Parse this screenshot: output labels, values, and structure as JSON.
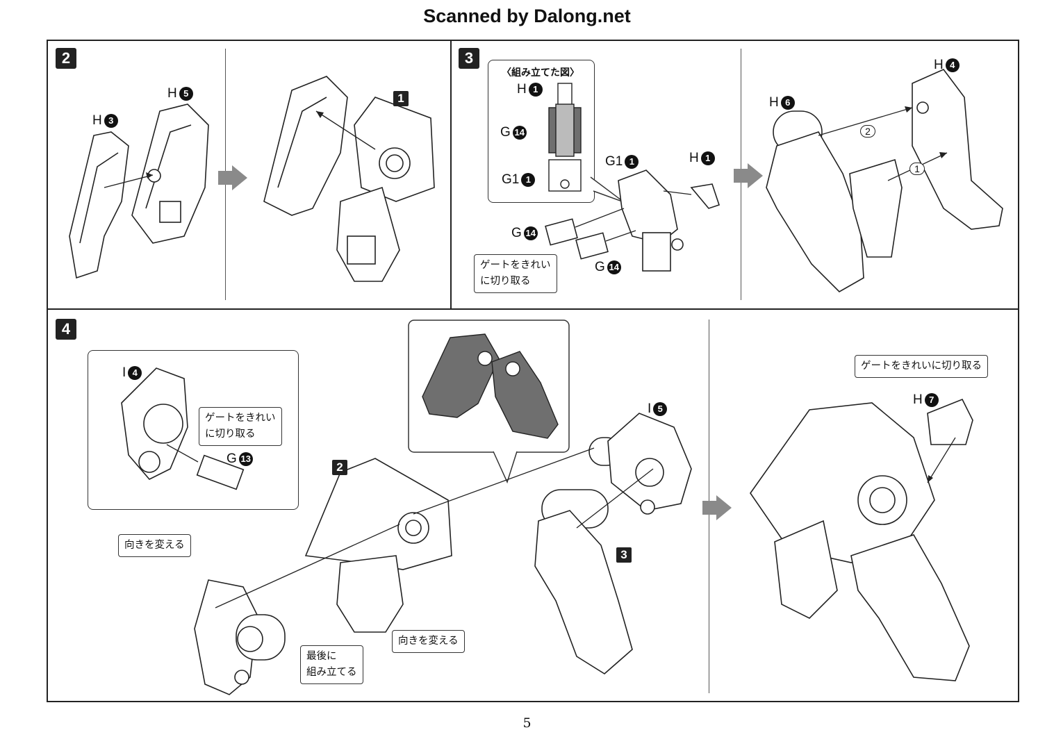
{
  "header": {
    "scan_credit": "Scanned by Dalong.net"
  },
  "page_number": "5",
  "steps": {
    "step2": {
      "number": "2",
      "parts": [
        {
          "letter": "H",
          "num": "3"
        },
        {
          "letter": "H",
          "num": "5"
        }
      ],
      "ref_subassembly": "1"
    },
    "step3": {
      "number": "3",
      "inset_title": "〈組み立てた図〉",
      "inset_parts": [
        {
          "letter": "H",
          "num": "1"
        },
        {
          "letter": "G",
          "num": "14"
        },
        {
          "letter": "G1",
          "num": "1"
        }
      ],
      "parts": [
        {
          "letter": "G1",
          "num": "1"
        },
        {
          "letter": "H",
          "num": "1"
        },
        {
          "letter": "G",
          "num": "14"
        },
        {
          "letter": "G",
          "num": "14"
        }
      ],
      "note": [
        "ゲートをきれい",
        "に切り取る"
      ],
      "right_parts": [
        {
          "letter": "H",
          "num": "6"
        },
        {
          "letter": "H",
          "num": "4"
        }
      ],
      "order_markers": [
        "2",
        "1"
      ]
    },
    "step4": {
      "number": "4",
      "inset_parts": [
        {
          "letter": "I",
          "num": "4"
        },
        {
          "letter": "G",
          "num": "13"
        }
      ],
      "inset_note": [
        "ゲートをきれい",
        "に切り取る"
      ],
      "turn_note_1": "向きを変える",
      "turn_note_2": "向きを変える",
      "last_note": [
        "最後に",
        "組み立てる"
      ],
      "ref_2": "2",
      "ref_3": "3",
      "parts": [
        {
          "letter": "I",
          "num": "5"
        }
      ],
      "right_note": "ゲートをきれいに切り取る",
      "right_parts": [
        {
          "letter": "H",
          "num": "7"
        }
      ]
    }
  },
  "colors": {
    "ink": "#222222",
    "arrow_gray": "#8a8a8a",
    "part_shade": "#6f6f6f"
  }
}
